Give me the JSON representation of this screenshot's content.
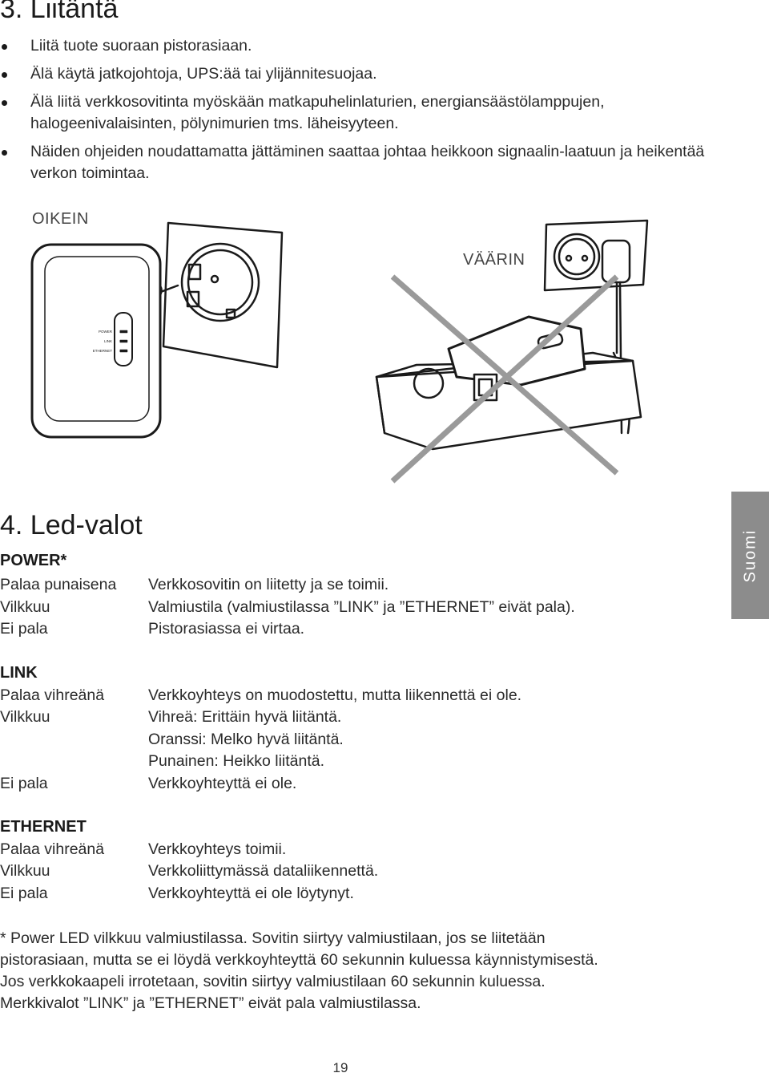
{
  "section3": {
    "title": "3. Liitäntä",
    "bullets": [
      "Liitä tuote suoraan pistorasiaan.",
      "Älä käytä jatkojohtoja, UPS:ää tai ylijännitesuojaa.",
      "Älä liitä verkkosovitinta myöskään matkapuhelinlaturien, energiansäästölamppujen, halogeenivalaisinten, pölynimurien tms. läheisyyteen.",
      "Näiden ohjeiden noudattamatta jättäminen saattaa johtaa heikkoon signaalin-laatuun ja heikentää verkon toimintaa."
    ],
    "label_correct": "OIKEIN",
    "label_wrong": "VÄÄRIN",
    "device_leds": [
      "POWER",
      "LINK",
      "ETHERNET"
    ]
  },
  "section4": {
    "title": "4. Led-valot",
    "groups": [
      {
        "name": "POWER*",
        "rows": [
          {
            "state": "Palaa punaisena",
            "desc": "Verkkosovitin on liitetty ja se toimii."
          },
          {
            "state": "Vilkkuu",
            "desc": "Valmiustila (valmiustilassa ”LINK” ja ”ETHERNET” eivät pala)."
          },
          {
            "state": "Ei pala",
            "desc": "Pistorasiassa ei virtaa."
          }
        ]
      },
      {
        "name": "LINK",
        "rows": [
          {
            "state": "Palaa vihreänä",
            "desc": "Verkkoyhteys on muodostettu, mutta liikennettä ei ole."
          },
          {
            "state": "Vilkkuu",
            "desc": "Vihreä: Erittäin hyvä liitäntä."
          },
          {
            "state": "",
            "desc": "Oranssi: Melko hyvä liitäntä."
          },
          {
            "state": "",
            "desc": "Punainen: Heikko liitäntä."
          },
          {
            "state": "Ei pala",
            "desc": "Verkkoyhteyttä ei ole."
          }
        ]
      },
      {
        "name": "ETHERNET",
        "rows": [
          {
            "state": "Palaa vihreänä",
            "desc": "Verkkoyhteys toimii."
          },
          {
            "state": "Vilkkuu",
            "desc": "Verkkoliittymässä dataliikennettä."
          },
          {
            "state": "Ei pala",
            "desc": "Verkkoyhteyttä ei ole löytynyt."
          }
        ]
      }
    ]
  },
  "side_tab": "Suomi",
  "footnote": [
    "* Power LED vilkkuu valmiustilassa. Sovitin siirtyy valmiustilaan, jos se liitetään",
    "pistorasiaan, mutta se ei löydä verkkoyhteyttä 60 sekunnin kuluessa käynnistymisestä.",
    "Jos verkkokaapeli irrotetaan, sovitin siirtyy valmiustilaan 60 sekunnin kuluessa.",
    "Merkkivalot ”LINK” ja ”ETHERNET” eivät pala valmiustilassa."
  ],
  "page_number": "19"
}
